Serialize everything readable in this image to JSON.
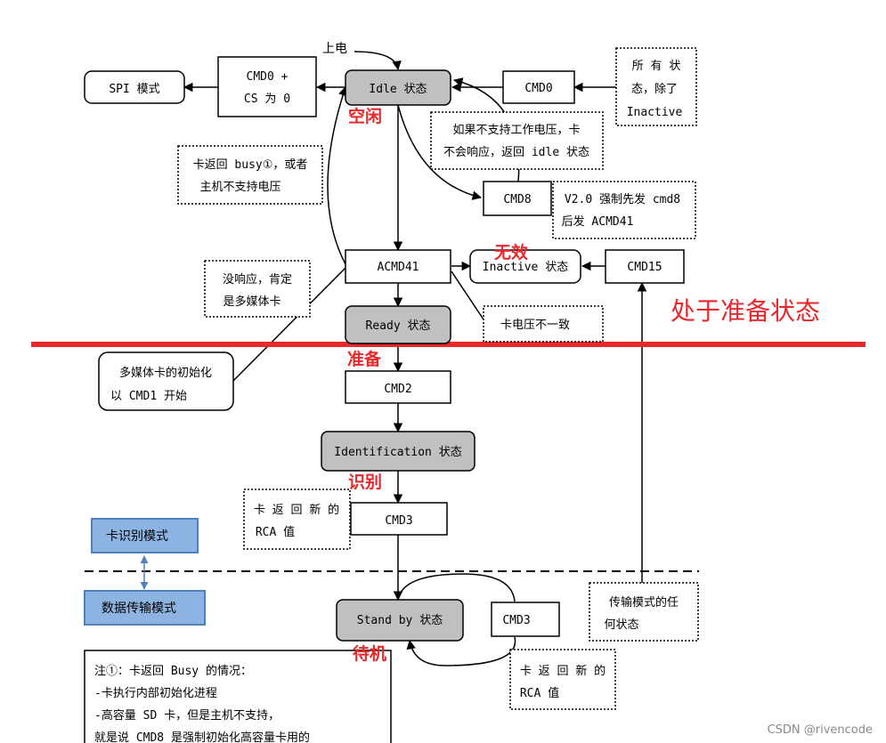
{
  "nodes": {
    "power_on": "上电",
    "spi_mode": "SPI 模式",
    "cmd0_cs": [
      "CMD0 +",
      "CS 为 0"
    ],
    "idle_state": "Idle 状态",
    "cmd0_right": "CMD0",
    "all_states_note": [
      "所 有 状",
      "态，除了",
      "Inactive"
    ],
    "no_voltage_note": [
      "如果不支持工作电压，卡",
      "不会响应，返回 idle 状态"
    ],
    "busy_note": [
      "卡返回 busy①，或者",
      "主机不支持电压"
    ],
    "cmd8": "CMD8",
    "v2_note": [
      "V2.0 强制先发 cmd8",
      "后发 ACMD41"
    ],
    "acmd41": "ACMD41",
    "inactive_state": "Inactive 状态",
    "cmd15": "CMD15",
    "mmc_note": [
      "没响应，肯定",
      "是多媒体卡"
    ],
    "ready_state": "Ready 状态",
    "voltage_mismatch": "卡电压不一致",
    "mmc_init_note": [
      "多媒体卡的初始化",
      "以 CMD1 开始"
    ],
    "cmd2": "CMD2",
    "identification_state": "Identification 状态",
    "rca_note_1": [
      "卡 返 回 新 的",
      "RCA 值"
    ],
    "cmd3_a": "CMD3",
    "card_id_mode": "卡识别模式",
    "data_transfer_mode": "数据传输模式",
    "any_transfer_state": [
      "传输模式的任",
      "何状态"
    ],
    "standby_state": "Stand by 状态",
    "cmd3_b": "CMD3",
    "rca_note_2": [
      "卡 返 回 新 的",
      "RCA 值"
    ],
    "footnote": [
      "注①：卡返回 Busy 的情况：",
      "-卡执行内部初始化进程",
      "-高容量 SD 卡，但是主机不支持，",
      "就是说 CMD8 是强制初始化高容量卡用的"
    ]
  },
  "annotations": {
    "idle": "空闲",
    "invalid": "无效",
    "in_ready": "处于准备状态",
    "ready": "准备",
    "identify": "识别",
    "standby": "待机"
  },
  "watermark": "CSDN @rivencode",
  "colors": {
    "red": "#e8282b",
    "state_fill": "#c0c0c0",
    "mode_fill": "#8db3e2",
    "mode_stroke": "#4f81bd"
  }
}
